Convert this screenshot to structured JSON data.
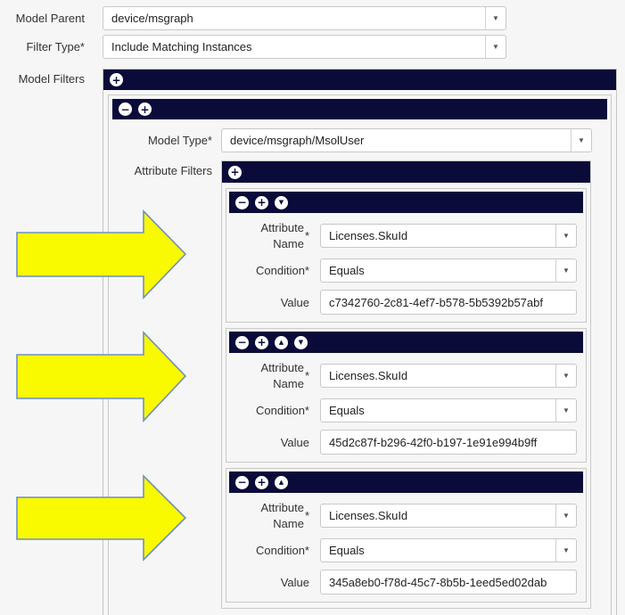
{
  "colors": {
    "navy_bar": "#0b0b3a",
    "panel_border": "#c9c9c9",
    "background": "#f6f6f6",
    "arrow_fill": "#f9f900",
    "arrow_stroke": "#6e8fc0",
    "select_arrow": "#4a5568"
  },
  "icons": {
    "plus": "+",
    "minus": "−",
    "up": "▲",
    "down": "▼",
    "select_arrow": "▼"
  },
  "form": {
    "model_parent": {
      "label": "Model Parent",
      "value": "device/msgraph"
    },
    "filter_type": {
      "label": "Filter Type*",
      "value": "Include Matching Instances"
    },
    "model_filters_label": "Model Filters",
    "model_type": {
      "label": "Model Type*",
      "value": "device/msgraph/MsolUser"
    },
    "attribute_filters_label": "Attribute Filters"
  },
  "attribute_items": [
    {
      "attribute_name_label": "Attribute Name",
      "required_mark": "*",
      "attribute_name_value": "Licenses.SkuId",
      "condition_label": "Condition*",
      "condition_value": "Equals",
      "value_label": "Value",
      "value_value": "c7342760-2c81-4ef7-b578-5b5392b57abf"
    },
    {
      "attribute_name_label": "Attribute Name",
      "required_mark": "*",
      "attribute_name_value": "Licenses.SkuId",
      "condition_label": "Condition*",
      "condition_value": "Equals",
      "value_label": "Value",
      "value_value": "45d2c87f-b296-42f0-b197-1e91e994b9ff"
    },
    {
      "attribute_name_label": "Attribute Name",
      "required_mark": "*",
      "attribute_name_value": "Licenses.SkuId",
      "condition_label": "Condition*",
      "condition_value": "Equals",
      "value_label": "Value",
      "value_value": "345a8eb0-f78d-45c7-8b5b-1eed5ed02dab"
    }
  ]
}
